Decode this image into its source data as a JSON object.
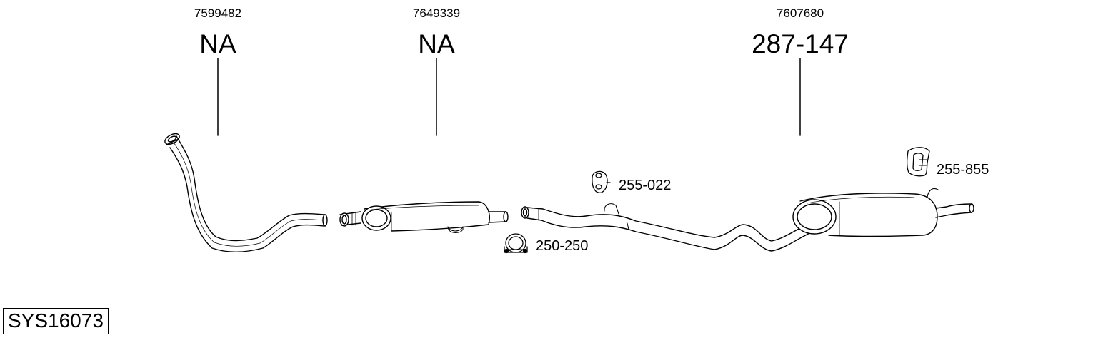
{
  "columns": [
    {
      "id": "front-pipe",
      "oem": "7599482",
      "part": "NA"
    },
    {
      "id": "center-silencer",
      "oem": "7649339",
      "part": "NA"
    },
    {
      "id": "rear-silencer",
      "oem": "7607680",
      "part": "287-147"
    }
  ],
  "accessories": [
    {
      "id": "rubber-mount",
      "part": "255-022",
      "icon": "rubber-mount-icon"
    },
    {
      "id": "clamp",
      "part": "250-250",
      "icon": "clamp-icon"
    },
    {
      "id": "hanger",
      "part": "255-855",
      "icon": "hanger-icon"
    }
  ],
  "system": {
    "code": "SYS16073"
  }
}
